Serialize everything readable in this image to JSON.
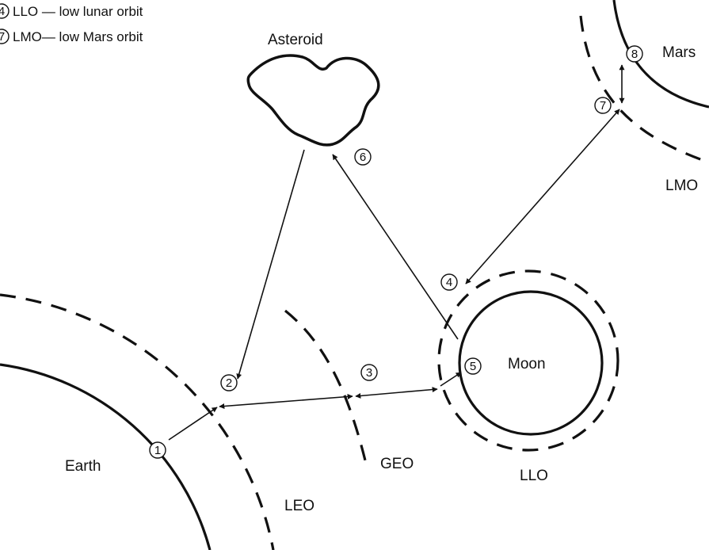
{
  "legend": [
    {
      "number": "4",
      "text": "LLO — low lunar orbit"
    },
    {
      "number": "7",
      "text": "LMO— low Mars orbit"
    }
  ],
  "bodies": {
    "earth": "Earth",
    "moon": "Moon",
    "mars": "Mars",
    "asteroid": "Asteroid"
  },
  "orbits": {
    "leo": "LEO",
    "geo": "GEO",
    "llo": "LLO",
    "lmo": "LMO"
  },
  "points": [
    "1",
    "2",
    "3",
    "4",
    "5",
    "6",
    "7",
    "8"
  ]
}
